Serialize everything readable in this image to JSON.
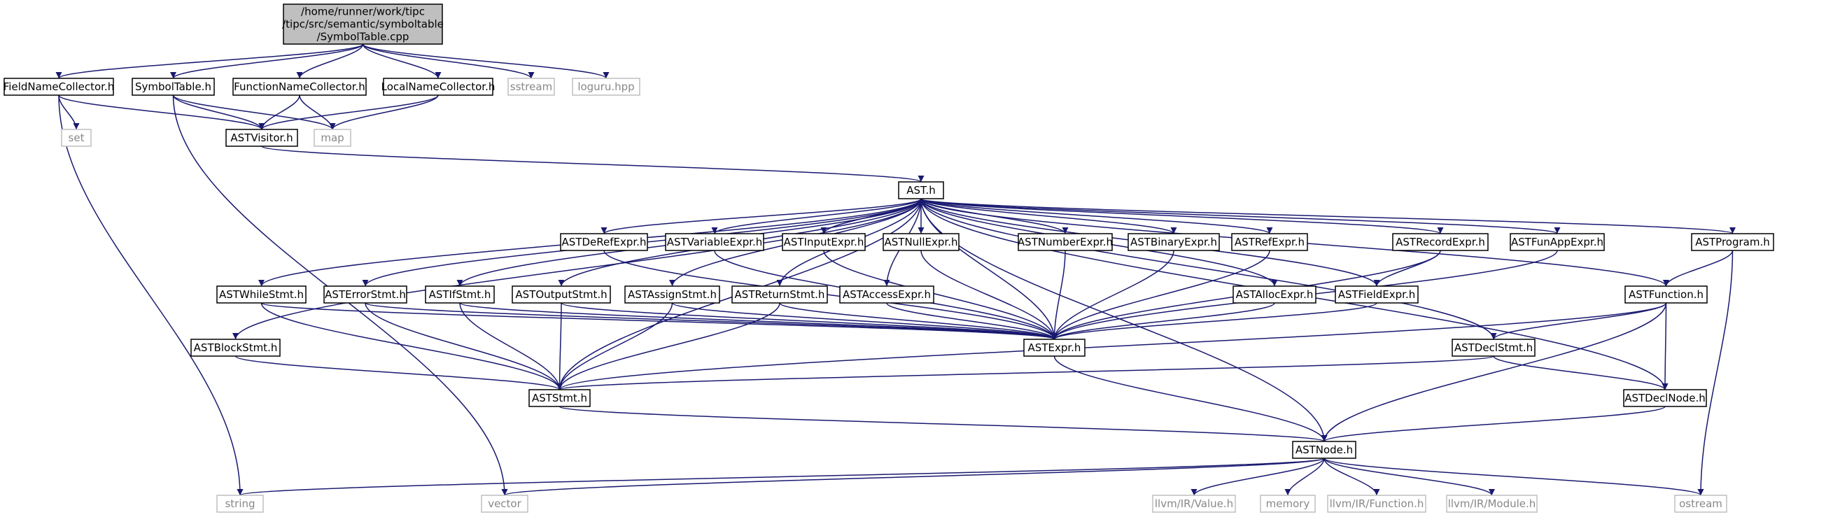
{
  "colors": {
    "edge": "#191970",
    "node_border": "#000000",
    "node_fill": "#ffffff",
    "root_fill": "#bfbfbf",
    "external_border": "#bfbfbf",
    "external_text": "#888888"
  },
  "nodes": {
    "root": {
      "lines": [
        "/home/runner/work/tipc",
        "/tipc/src/semantic/symboltable",
        "/SymbolTable.cpp"
      ]
    },
    "fieldNameCollector": {
      "lines": [
        "FieldNameCollector.h"
      ]
    },
    "symbolTable": {
      "lines": [
        "SymbolTable.h"
      ]
    },
    "functionNameCollector": {
      "lines": [
        "FunctionNameCollector.h"
      ]
    },
    "localNameCollector": {
      "lines": [
        "LocalNameCollector.h"
      ]
    },
    "sstream": {
      "lines": [
        "sstream"
      ]
    },
    "loguru": {
      "lines": [
        "loguru.hpp"
      ]
    },
    "set": {
      "lines": [
        "set"
      ]
    },
    "astVisitor": {
      "lines": [
        "ASTVisitor.h"
      ]
    },
    "map": {
      "lines": [
        "map"
      ]
    },
    "ast": {
      "lines": [
        "AST.h"
      ]
    },
    "astDeRefExpr": {
      "lines": [
        "ASTDeRefExpr.h"
      ]
    },
    "astVariableExpr": {
      "lines": [
        "ASTVariableExpr.h"
      ]
    },
    "astInputExpr": {
      "lines": [
        "ASTInputExpr.h"
      ]
    },
    "astNullExpr": {
      "lines": [
        "ASTNullExpr.h"
      ]
    },
    "astNumberExpr": {
      "lines": [
        "ASTNumberExpr.h"
      ]
    },
    "astBinaryExpr": {
      "lines": [
        "ASTBinaryExpr.h"
      ]
    },
    "astRefExpr": {
      "lines": [
        "ASTRefExpr.h"
      ]
    },
    "astRecordExpr": {
      "lines": [
        "ASTRecordExpr.h"
      ]
    },
    "astFunAppExpr": {
      "lines": [
        "ASTFunAppExpr.h"
      ]
    },
    "astProgram": {
      "lines": [
        "ASTProgram.h"
      ]
    },
    "astWhileStmt": {
      "lines": [
        "ASTWhileStmt.h"
      ]
    },
    "astErrorStmt": {
      "lines": [
        "ASTErrorStmt.h"
      ]
    },
    "astIfStmt": {
      "lines": [
        "ASTIfStmt.h"
      ]
    },
    "astOutputStmt": {
      "lines": [
        "ASTOutputStmt.h"
      ]
    },
    "astAssignStmt": {
      "lines": [
        "ASTAssignStmt.h"
      ]
    },
    "astReturnStmt": {
      "lines": [
        "ASTReturnStmt.h"
      ]
    },
    "astAccessExpr": {
      "lines": [
        "ASTAccessExpr.h"
      ]
    },
    "astAllocExpr": {
      "lines": [
        "ASTAllocExpr.h"
      ]
    },
    "astFieldExpr": {
      "lines": [
        "ASTFieldExpr.h"
      ]
    },
    "astFunction": {
      "lines": [
        "ASTFunction.h"
      ]
    },
    "astBlockStmt": {
      "lines": [
        "ASTBlockStmt.h"
      ]
    },
    "astExpr": {
      "lines": [
        "ASTExpr.h"
      ]
    },
    "astDeclStmt": {
      "lines": [
        "ASTDeclStmt.h"
      ]
    },
    "astStmt": {
      "lines": [
        "ASTStmt.h"
      ]
    },
    "astDeclNode": {
      "lines": [
        "ASTDeclNode.h"
      ]
    },
    "astNode": {
      "lines": [
        "ASTNode.h"
      ]
    },
    "string": {
      "lines": [
        "string"
      ]
    },
    "vector": {
      "lines": [
        "vector"
      ]
    },
    "llvmValue": {
      "lines": [
        "llvm/IR/Value.h"
      ]
    },
    "memory": {
      "lines": [
        "memory"
      ]
    },
    "llvmFunction": {
      "lines": [
        "llvm/IR/Function.h"
      ]
    },
    "llvmModule": {
      "lines": [
        "llvm/IR/Module.h"
      ]
    },
    "ostream": {
      "lines": [
        "ostream"
      ]
    }
  },
  "edges": [
    [
      "root",
      "fieldNameCollector"
    ],
    [
      "root",
      "symbolTable"
    ],
    [
      "root",
      "functionNameCollector"
    ],
    [
      "root",
      "localNameCollector"
    ],
    [
      "root",
      "sstream"
    ],
    [
      "root",
      "loguru"
    ],
    [
      "fieldNameCollector",
      "set"
    ],
    [
      "fieldNameCollector",
      "astVisitor"
    ],
    [
      "fieldNameCollector",
      "string"
    ],
    [
      "symbolTable",
      "astVisitor"
    ],
    [
      "symbolTable",
      "map"
    ],
    [
      "symbolTable",
      "vector"
    ],
    [
      "functionNameCollector",
      "astVisitor"
    ],
    [
      "functionNameCollector",
      "map"
    ],
    [
      "localNameCollector",
      "astVisitor"
    ],
    [
      "localNameCollector",
      "map"
    ],
    [
      "astVisitor",
      "ast"
    ],
    [
      "ast",
      "astDeRefExpr"
    ],
    [
      "ast",
      "astVariableExpr"
    ],
    [
      "ast",
      "astInputExpr"
    ],
    [
      "ast",
      "astNullExpr"
    ],
    [
      "ast",
      "astNumberExpr"
    ],
    [
      "ast",
      "astBinaryExpr"
    ],
    [
      "ast",
      "astRefExpr"
    ],
    [
      "ast",
      "astRecordExpr"
    ],
    [
      "ast",
      "astFunAppExpr"
    ],
    [
      "ast",
      "astProgram"
    ],
    [
      "ast",
      "astWhileStmt"
    ],
    [
      "ast",
      "astErrorStmt"
    ],
    [
      "ast",
      "astIfStmt"
    ],
    [
      "ast",
      "astOutputStmt"
    ],
    [
      "ast",
      "astAssignStmt"
    ],
    [
      "ast",
      "astReturnStmt"
    ],
    [
      "ast",
      "astAccessExpr"
    ],
    [
      "ast",
      "astAllocExpr"
    ],
    [
      "ast",
      "astFieldExpr"
    ],
    [
      "ast",
      "astFunction"
    ],
    [
      "ast",
      "astBlockStmt"
    ],
    [
      "ast",
      "astExpr"
    ],
    [
      "ast",
      "astDeclStmt"
    ],
    [
      "ast",
      "astStmt"
    ],
    [
      "ast",
      "astDeclNode"
    ],
    [
      "ast",
      "astNode"
    ],
    [
      "astDeRefExpr",
      "astExpr"
    ],
    [
      "astVariableExpr",
      "astExpr"
    ],
    [
      "astInputExpr",
      "astExpr"
    ],
    [
      "astNullExpr",
      "astExpr"
    ],
    [
      "astNumberExpr",
      "astExpr"
    ],
    [
      "astBinaryExpr",
      "astExpr"
    ],
    [
      "astRefExpr",
      "astExpr"
    ],
    [
      "astRecordExpr",
      "astExpr"
    ],
    [
      "astRecordExpr",
      "astFieldExpr"
    ],
    [
      "astFunAppExpr",
      "astExpr"
    ],
    [
      "astProgram",
      "astFunction"
    ],
    [
      "astProgram",
      "ostream"
    ],
    [
      "astWhileStmt",
      "astExpr"
    ],
    [
      "astWhileStmt",
      "astStmt"
    ],
    [
      "astErrorStmt",
      "astExpr"
    ],
    [
      "astErrorStmt",
      "astStmt"
    ],
    [
      "astIfStmt",
      "astExpr"
    ],
    [
      "astIfStmt",
      "astStmt"
    ],
    [
      "astOutputStmt",
      "astExpr"
    ],
    [
      "astOutputStmt",
      "astStmt"
    ],
    [
      "astAssignStmt",
      "astExpr"
    ],
    [
      "astAssignStmt",
      "astStmt"
    ],
    [
      "astReturnStmt",
      "astExpr"
    ],
    [
      "astReturnStmt",
      "astStmt"
    ],
    [
      "astAccessExpr",
      "astExpr"
    ],
    [
      "astAllocExpr",
      "astExpr"
    ],
    [
      "astFieldExpr",
      "astExpr"
    ],
    [
      "astFunction",
      "astDeclStmt"
    ],
    [
      "astFunction",
      "astStmt"
    ],
    [
      "astFunction",
      "astDeclNode"
    ],
    [
      "astFunction",
      "astNode"
    ],
    [
      "astBlockStmt",
      "astStmt"
    ],
    [
      "astExpr",
      "astNode"
    ],
    [
      "astDeclStmt",
      "astStmt"
    ],
    [
      "astDeclStmt",
      "astDeclNode"
    ],
    [
      "astStmt",
      "astNode"
    ],
    [
      "astDeclNode",
      "astNode"
    ],
    [
      "astNode",
      "string"
    ],
    [
      "astNode",
      "vector"
    ],
    [
      "astNode",
      "llvmValue"
    ],
    [
      "astNode",
      "memory"
    ],
    [
      "astNode",
      "llvmFunction"
    ],
    [
      "astNode",
      "llvmModule"
    ],
    [
      "astNode",
      "ostream"
    ]
  ]
}
